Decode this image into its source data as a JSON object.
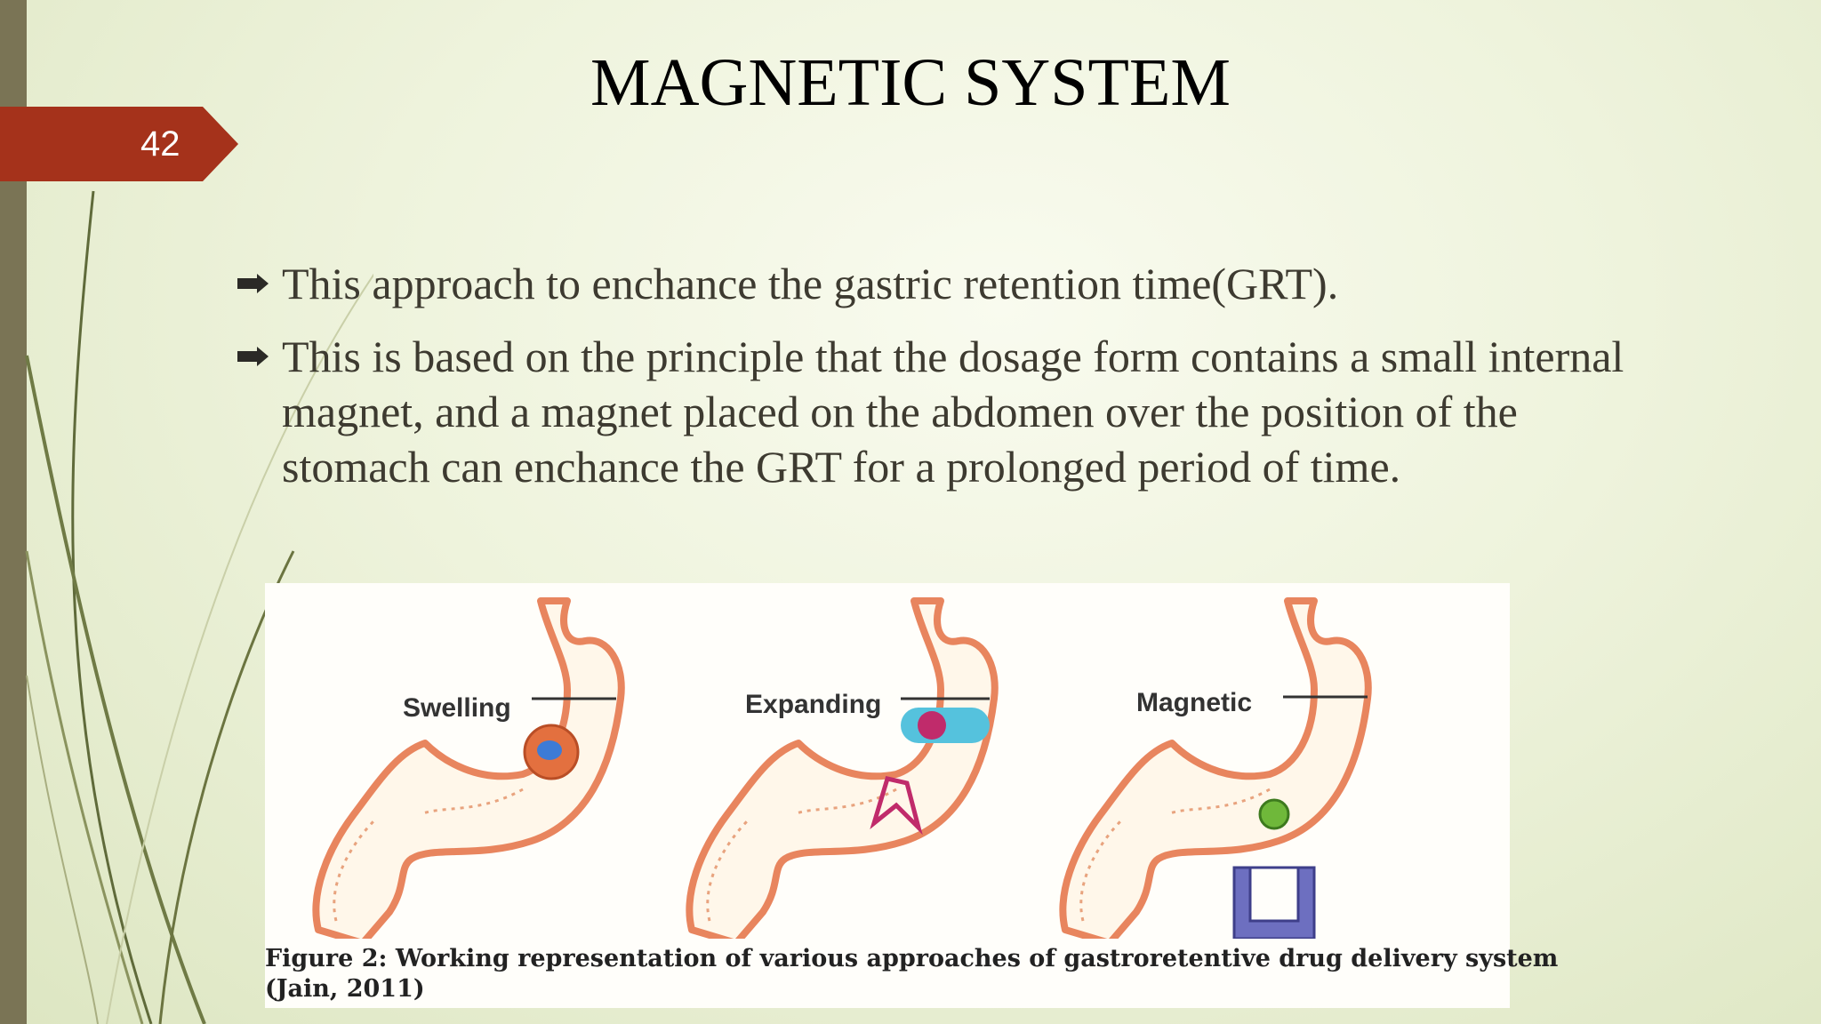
{
  "slide": {
    "number": "42",
    "title": "MAGNETIC SYSTEM",
    "bullets": [
      "This approach to enchance the gastric retention time(GRT).",
      "This is based on the principle that the dosage form contains a small internal magnet, and a magnet placed on the abdomen over the position of the stomach can enchance the GRT for a prolonged period of time."
    ]
  },
  "figure": {
    "labels": [
      "Swelling",
      "Expanding",
      "Magnetic"
    ],
    "caption_line1": "Figure 2: Working representation of various approaches of gastroretentive drug delivery system",
    "caption_line2": "(Jain, 2011)"
  },
  "colors": {
    "accent": "#a5321b",
    "left_bar": "#7a7455",
    "stomach_outline": "#e8855e",
    "magnet": "#6d6fc0"
  }
}
